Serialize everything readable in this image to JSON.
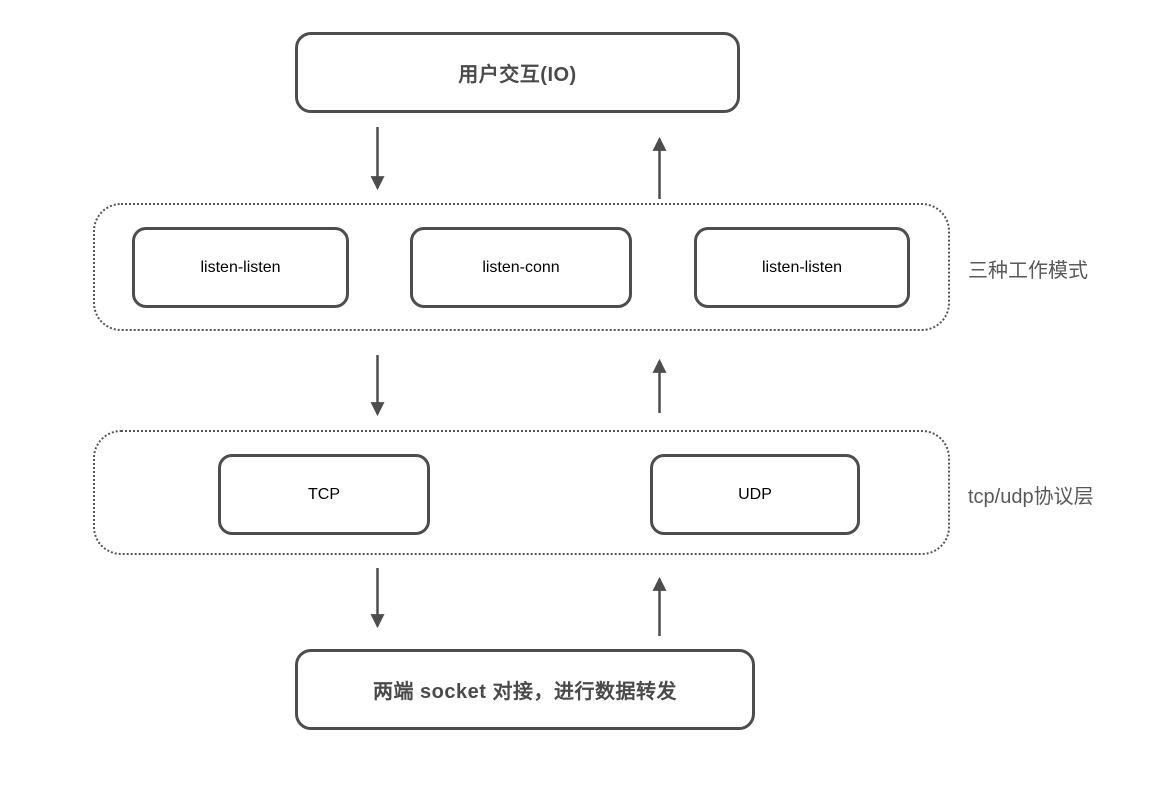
{
  "diagram": {
    "nodes": {
      "user_io": {
        "label": "用户交互(IO)"
      },
      "mode_1": {
        "label": "listen-listen"
      },
      "mode_2": {
        "label": "listen-conn"
      },
      "mode_3": {
        "label": "listen-listen"
      },
      "tcp": {
        "label": "TCP"
      },
      "udp": {
        "label": "UDP"
      },
      "socket_bridge": {
        "label": "两端 socket 对接，进行数据转发"
      }
    },
    "groups": {
      "work_modes": {
        "label": "三种工作模式"
      },
      "protocol_layer": {
        "label": "tcp/udp协议层"
      }
    },
    "connections": [
      {
        "from": "user_io",
        "to": "work_modes",
        "direction": "down"
      },
      {
        "from": "work_modes",
        "to": "user_io",
        "direction": "up"
      },
      {
        "from": "work_modes",
        "to": "protocol_layer",
        "direction": "down"
      },
      {
        "from": "protocol_layer",
        "to": "work_modes",
        "direction": "up"
      },
      {
        "from": "protocol_layer",
        "to": "socket_bridge",
        "direction": "down"
      },
      {
        "from": "socket_bridge",
        "to": "protocol_layer",
        "direction": "up"
      }
    ],
    "colors": {
      "stroke": "#4d4d4d",
      "text": "#4a4a4a",
      "group_border": "#555555",
      "background": "#ffffff"
    }
  }
}
